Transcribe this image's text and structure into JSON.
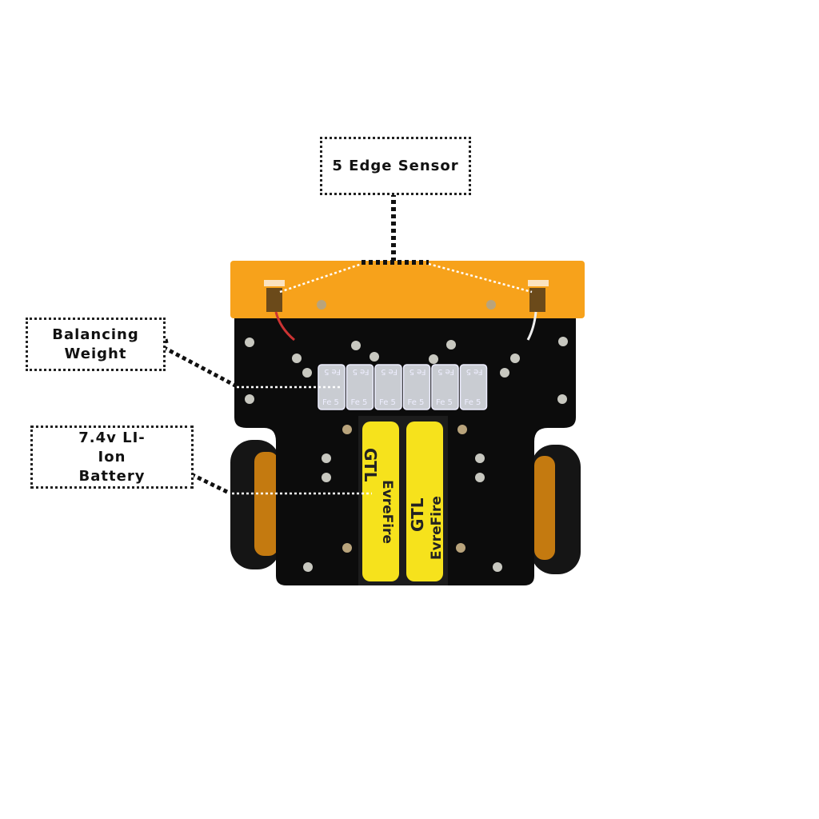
{
  "callouts": {
    "edge_sensor": "5 Edge Sensor",
    "balancing_weight": "Balancing Weight",
    "battery": "7.4v LI-Ion Battery"
  },
  "robot": {
    "weight_label": "Fe 5",
    "weight_count": 6,
    "battery_brand_top": "GTL",
    "battery_brand_bottom": "EvreFire"
  },
  "colors": {
    "orange": "#f7a21b",
    "chassis": "#0c0c0c",
    "battery": "#f6e21c",
    "wheel": "#151515"
  }
}
